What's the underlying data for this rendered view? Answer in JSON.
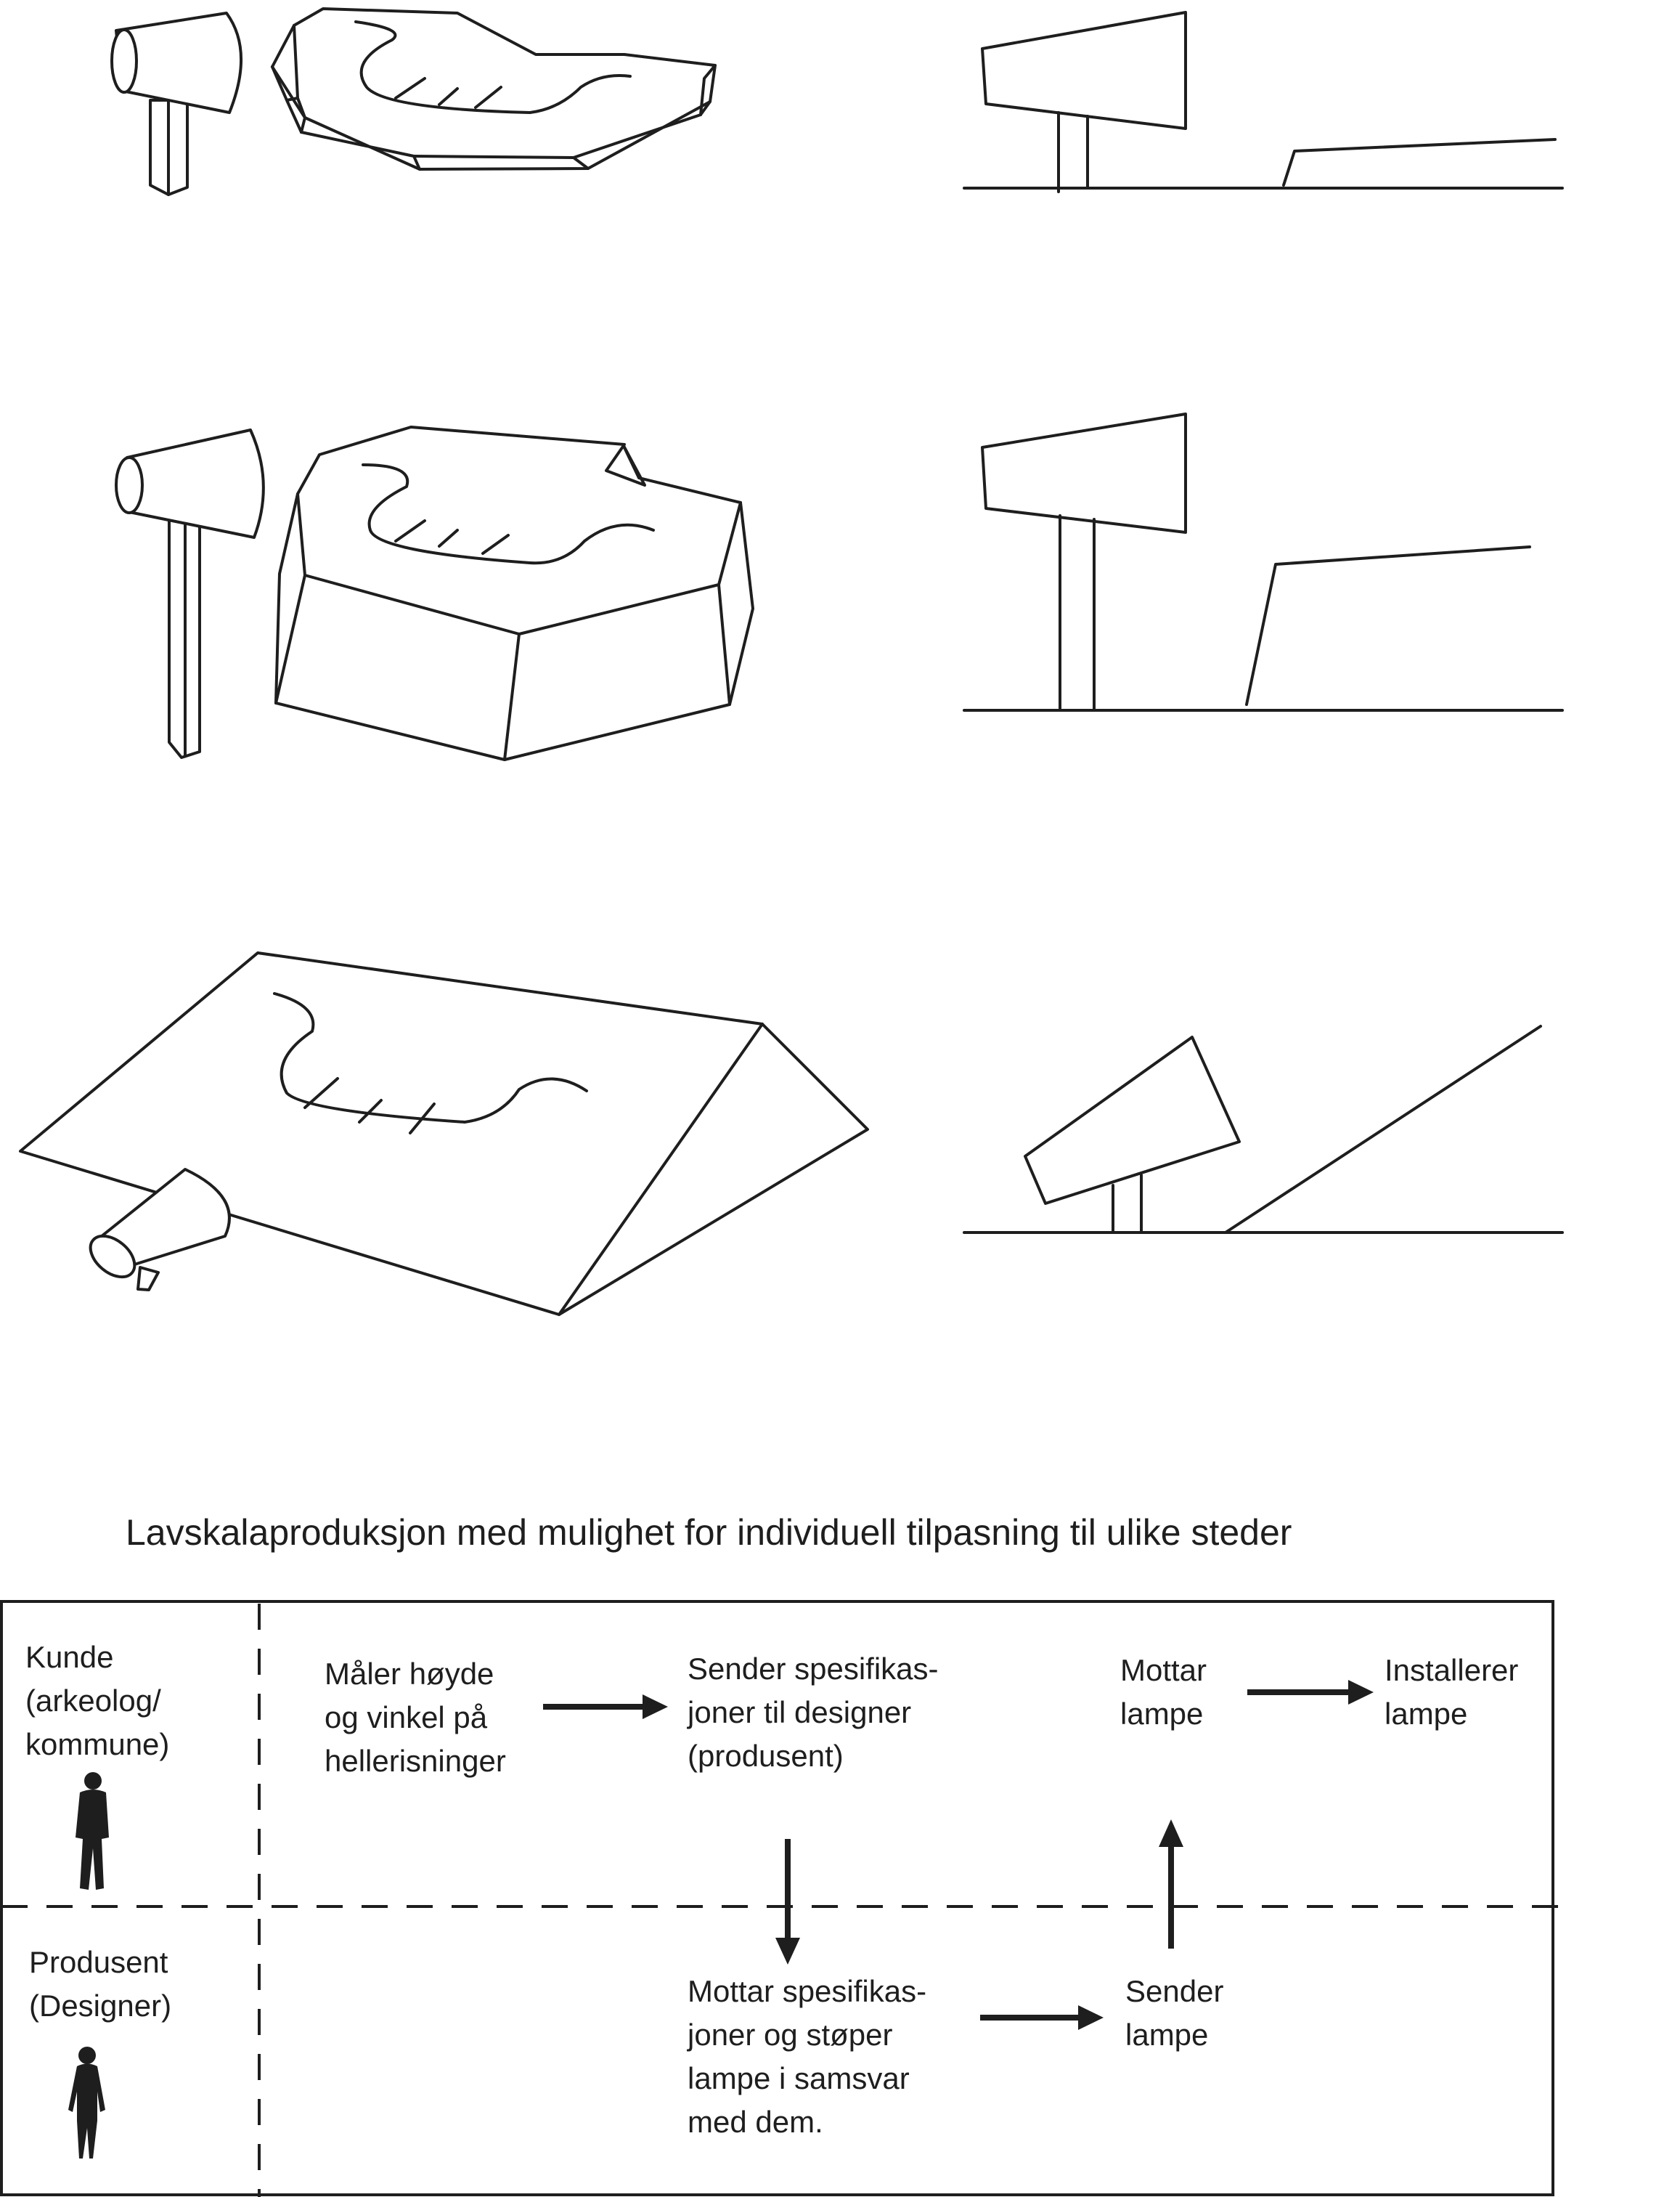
{
  "diagram": {
    "title": "Lavskalaproduksjon med mulighet for individuell tilpasning til ulike steder",
    "lanes": {
      "customer": "Kunde\n(arkeolog/\nkommune)",
      "producer": "Produsent\n(Designer)"
    },
    "steps": {
      "measure": "Måler høyde\nog vinkel på\nhellerisninger",
      "send_specs": "Sender spesifikas-\njoner til designer\n(produsent)",
      "receive_lamp": "Mottar\nlampe",
      "install_lamp": "Installerer\nlampe",
      "receive_specs": "Mottar spesifikas-\njoner og støper\nlampe i samsvar\nmed dem.",
      "send_lamp": "Sender\nlampe"
    }
  }
}
